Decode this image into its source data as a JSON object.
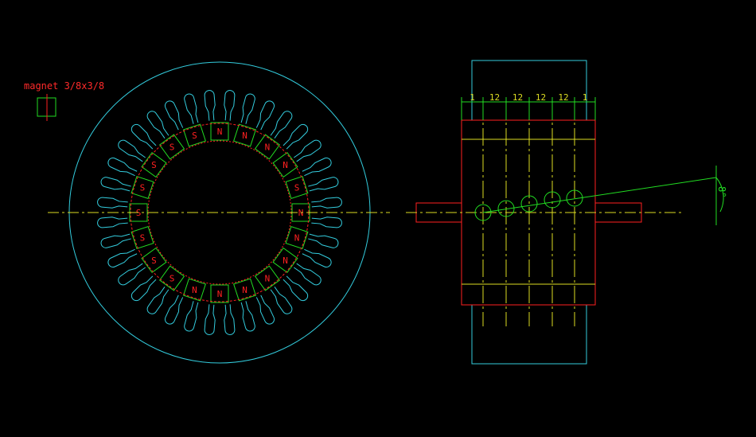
{
  "colors": {
    "background": "#000000",
    "stator": "#33ccdd",
    "rotor": "#ff2020",
    "magnet_outline": "#22dd22",
    "centerline": "#dddd22",
    "dimension": "#22dd22",
    "side_cyan": "#33ccdd"
  },
  "labels": {
    "magnet_note": "magnet 3/8x3/8",
    "skew_angle": "8°"
  },
  "front_view": {
    "slot_count": 36,
    "magnet_count": 20,
    "pole_letters": [
      "N",
      "N",
      "N",
      "N",
      "S",
      "N",
      "N",
      "N",
      "N",
      "N",
      "N",
      "N",
      "S",
      "S",
      "S",
      "S",
      "S",
      "S",
      "S",
      "S"
    ]
  },
  "side_view": {
    "dimensions": [
      "1",
      "12",
      "12",
      "12",
      "12",
      "1"
    ]
  }
}
